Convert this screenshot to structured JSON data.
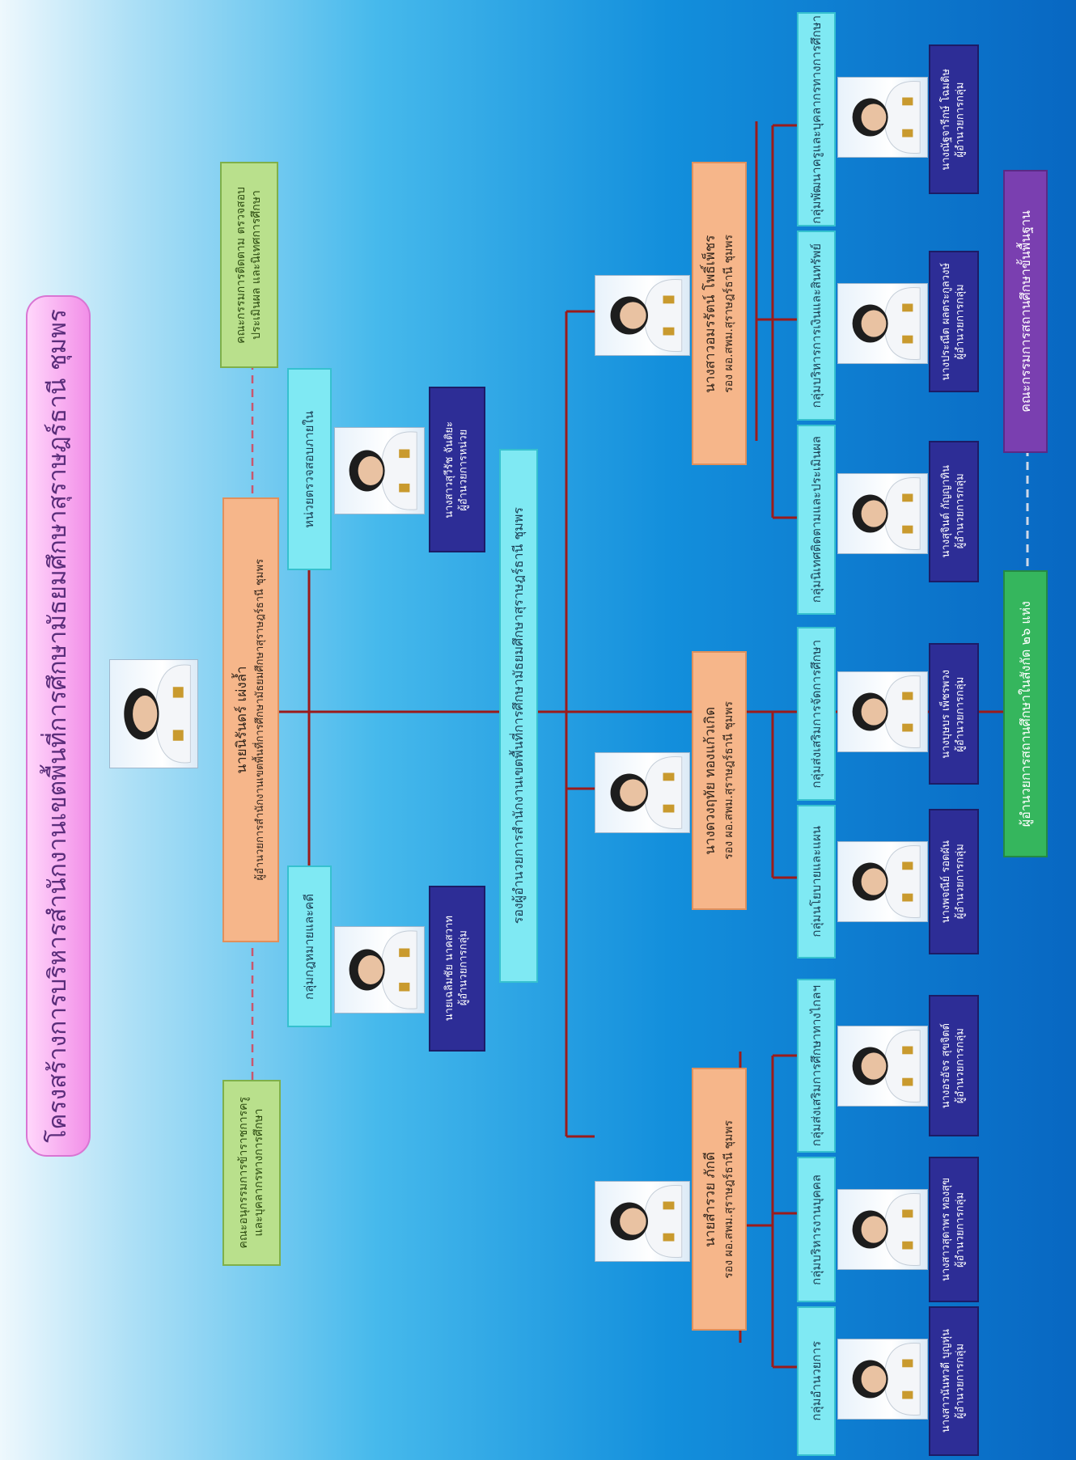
{
  "title": "โครงสร้างการบริหารสำนักงานเขตพื้นที่การศึกษามัธยมศึกษาสุราษฎร์ธานี ชุมพร",
  "committees": {
    "left": [
      "คณะอนุกรรมการข้าราชการครู",
      "และบุคลากรทางการศึกษา"
    ],
    "right": [
      "คณะกรรมการติดตาม ตรวจสอบ",
      "ประเมินผล และนิเทศการศึกษา"
    ],
    "basic": "คณะกรรมการสถานศึกษาขั้นพื้นฐาน"
  },
  "director": {
    "name": "นายนิรันดร์ เผ่งล้ำ",
    "position": "ผู้อำนวยการสำนักงานเขตพื้นที่การศึกษามัธยมศึกษาสุราษฎร์ธานี ชุมพร"
  },
  "legal": {
    "group": "กลุ่มกฎหมายและคดี",
    "name": "นายเฉลิมชัย นาคสวาท",
    "role": "ผู้อำนวยการกลุ่ม"
  },
  "audit": {
    "group": "หน่วยตรวจสอบภายใน",
    "name": "นางสาวสุวีรัช จันติยะ",
    "role": "ผู้อำนวยการหน่วย"
  },
  "deputy_banner": "รองผู้อำนวยการสำนักงานเขตพื้นที่การศึกษามัธยมศึกษาสุราษฎร์ธานี ชุมพร",
  "deputies": [
    {
      "name": "นายสำรวย ภักดี",
      "position": "รอง ผอ.สพม.สุราษฎร์ธานี ชุมพร"
    },
    {
      "name": "นางดวงฤทัย ทองแก้วเกิด",
      "position": "รอง ผอ.สพม.สุราษฎร์ธานี ชุมพร"
    },
    {
      "name": "นางสาวอมรรัตน์ โพธิ์เพ็ชร",
      "position": "รอง ผอ.สพม.สุราษฎร์ธานี ชุมพร"
    }
  ],
  "groups": [
    {
      "group": "กลุ่มอำนวยการ",
      "name": "นางสาวนันทวดี บุญหุ่น",
      "role": "ผู้อำนวยการกลุ่ม"
    },
    {
      "group": "กลุ่มบริหารงานบุคคล",
      "name": "นางสาวสุดาพร ทองสุข",
      "role": "ผู้อำนวยการกลุ่ม"
    },
    {
      "group": "กลุ่มส่งเสริมการศึกษาทางไกลฯ",
      "name": "นางอรอัจร สุขจิตต์",
      "role": "ผู้อำนวยการกลุ่ม"
    },
    {
      "group": "กลุ่มนโยบายและแผน",
      "name": "นางพจณีย์ รอดผัน",
      "role": "ผู้อำนวยการกลุ่ม"
    },
    {
      "group": "กลุ่มส่งเสริมการจัดการศึกษา",
      "name": "นางบุษบร เพ็ชรพวง",
      "role": "ผู้อำนวยการกลุ่ม"
    },
    {
      "group": "กลุ่มนิเทศติดตามและประเมินผล",
      "name": "นางสุจินต์ กัญญาทิน",
      "role": "ผู้อำนวยการกลุ่ม"
    },
    {
      "group": "กลุ่มบริหารการเงินและสินทรัพย์",
      "name": "นางประณีต ผลตระกูลวงษ์",
      "role": "ผู้อำนวยการกลุ่ม"
    },
    {
      "group": "กลุ่มพัฒนาครูและบุคลากรทางการศึกษา",
      "name": "นางณัฐจารีกษ์ โฉมดิษ",
      "role": "ผู้อำนวยการกลุ่ม"
    }
  ],
  "schools_box": "ผู้อำนวยการสถานศึกษาในสังกัด ๒๖ แห่ง",
  "colors": {
    "connector": "#9b1b1b",
    "dashed": "#c9566e",
    "title_pill": "#f6a8ef",
    "committee": "#b9e08c",
    "group_header": "#7fe9f3",
    "deputy_box": "#f6b68a",
    "name_box": "#2d2d96"
  }
}
